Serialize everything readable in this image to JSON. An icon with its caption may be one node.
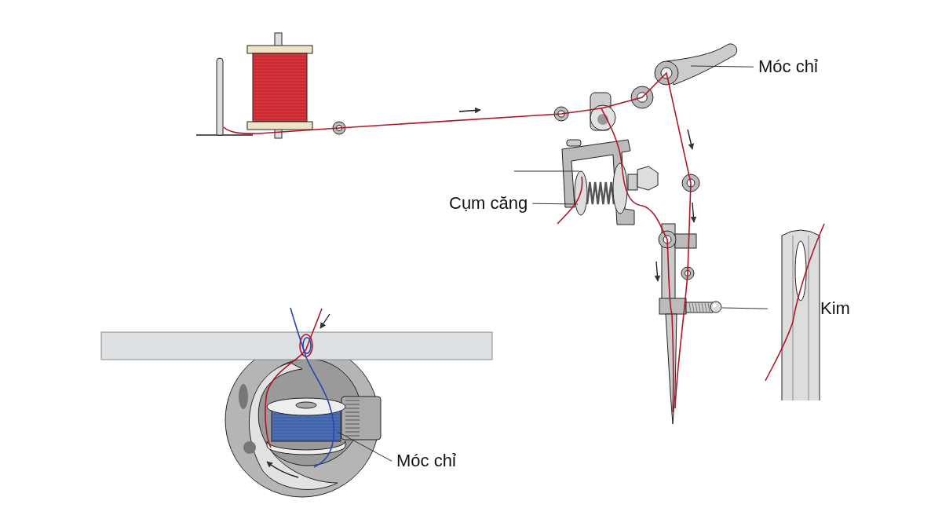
{
  "diagram": {
    "nodes": [
      {
        "text": [
          "Móc chỉ"
        ]
      },
      {
        "text": [],
        "shape": "picture"
      },
      {
        "text": [
          "Cụm căng"
        ]
      },
      {
        "text": [],
        "shape": "picture"
      },
      {
        "text": [
          "Kim"
        ]
      },
      {
        "text": [],
        "shape": "picture"
      },
      {
        "text": [
          "Móc chỉ"
        ]
      },
      {
        "text": [],
        "shape": "picture"
      }
    ],
    "edges": [
      {
        "from": 0,
        "to": 1,
        "arrow": "none"
      },
      {
        "from": null,
        "to": 3,
        "arrow": "none"
      },
      {
        "from": 2,
        "to": 3,
        "arrow": "none"
      },
      {
        "from": 4,
        "to": 5,
        "arrow": "none"
      },
      {
        "from": 6,
        "to": 7,
        "arrow": "none"
      }
    ]
  }
}
